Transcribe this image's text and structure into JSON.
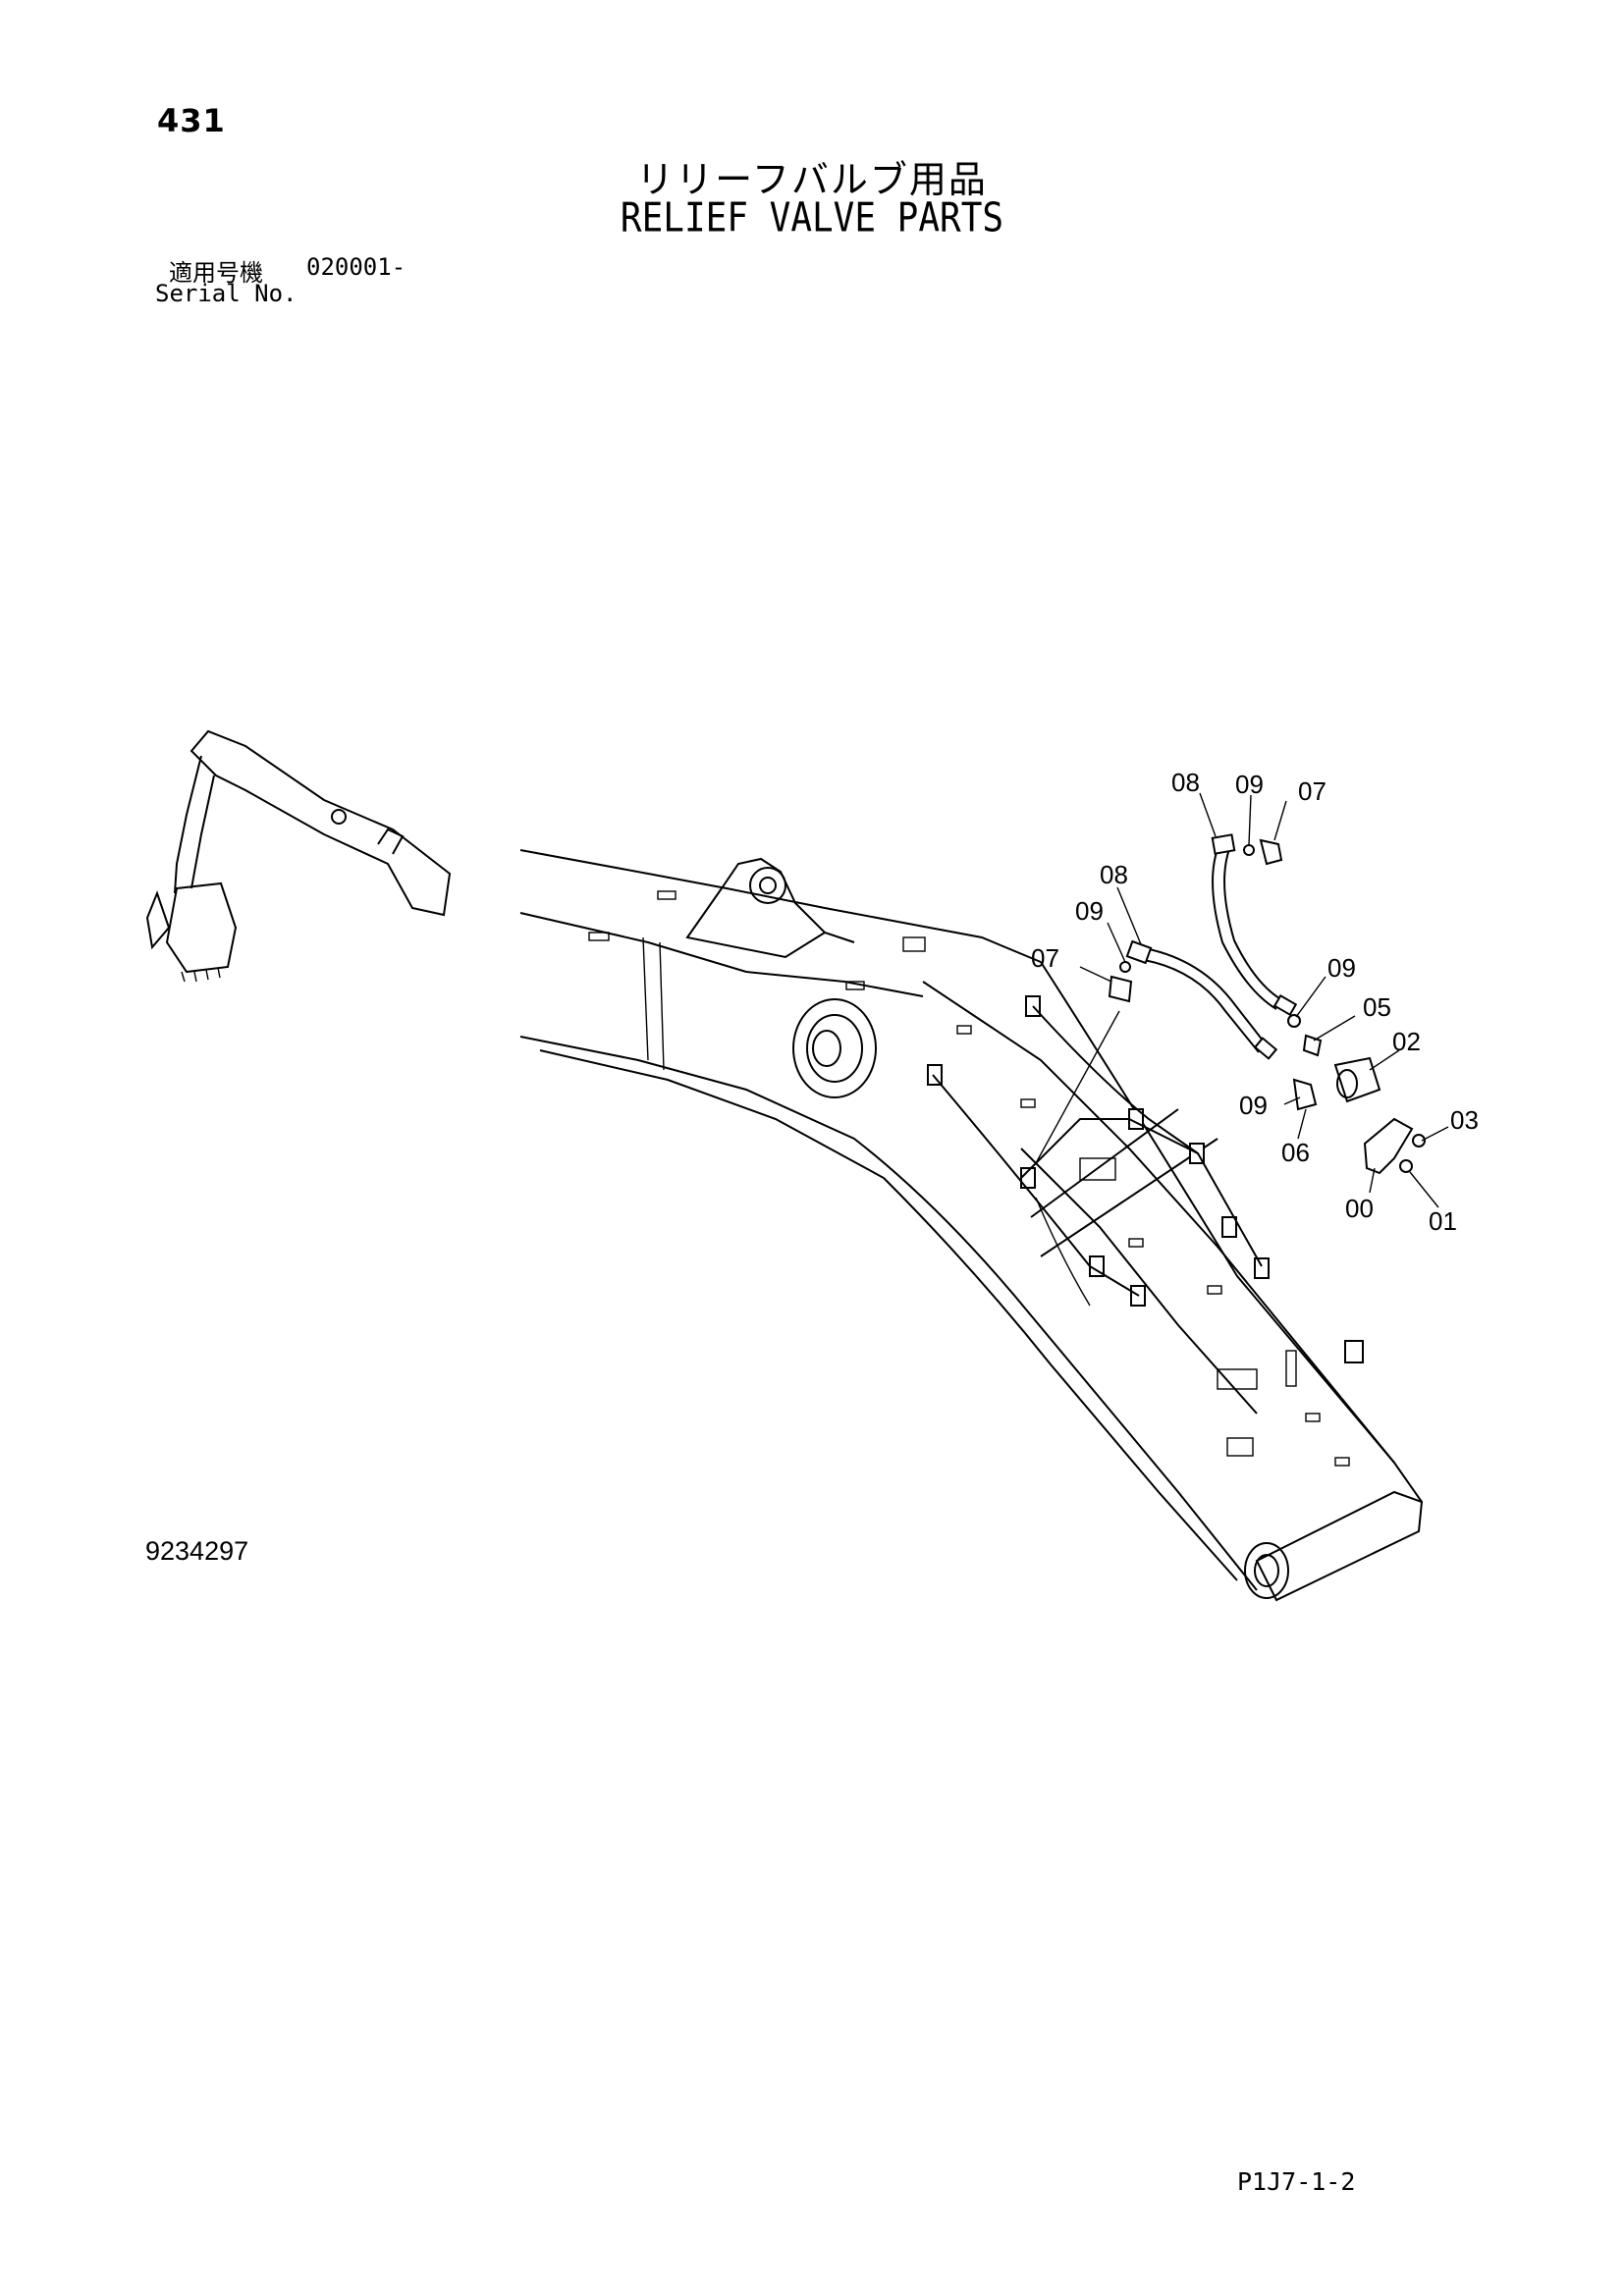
{
  "header": {
    "page_number": "431",
    "title_jp": "リリーフバルブ用品",
    "title_en": "RELIEF VALVE PARTS",
    "serial_label_jp": "適用号機",
    "serial_value": "020001-",
    "serial_label_en": "Serial No."
  },
  "callouts": {
    "c00": "00",
    "c01": "01",
    "c02": "02",
    "c03": "03",
    "c05": "05",
    "c06": "06",
    "c07_top": "07",
    "c07_mid": "07",
    "c08_top": "08",
    "c08_mid": "08",
    "c09_top": "09",
    "c09_mid": "09",
    "c09_right": "09",
    "c09_low": "09"
  },
  "footer": {
    "drawing_number": "9234297",
    "page_code": "P1J7-1-2"
  }
}
